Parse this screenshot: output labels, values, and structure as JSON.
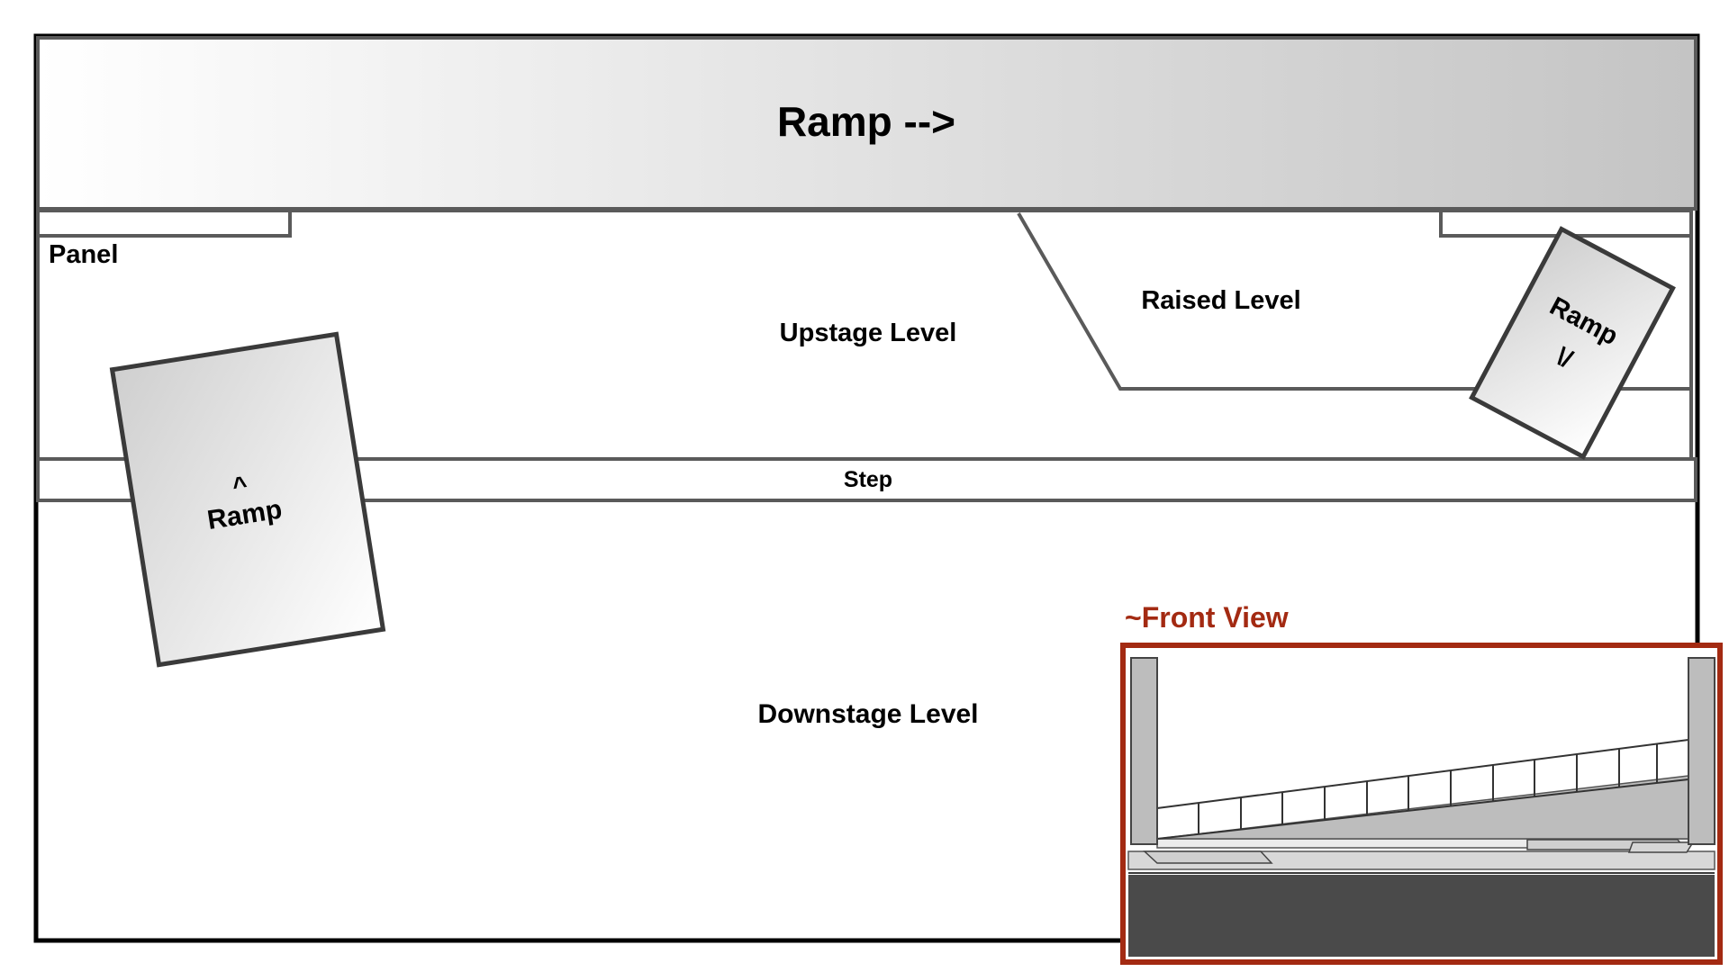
{
  "labels": {
    "top_ramp": "Ramp -->",
    "panel": "Panel",
    "upstage": "Upstage Level",
    "raised": "Raised Level",
    "right_ramp": "Ramp",
    "right_ramp_arrow": "\\/",
    "left_ramp_arrow": "^",
    "left_ramp": "Ramp",
    "step": "Step",
    "downstage": "Downstage Level"
  },
  "inset": {
    "title": "~Front View"
  },
  "colors": {
    "outline": "#000000",
    "line": "#5a5a5a",
    "ramp_fill_light": "#ffffff",
    "ramp_fill_dark": "#c4c4c4",
    "inset_border": "#a32a12",
    "inset_title": "#a32a12",
    "inset_floor": "#4a4a4a"
  }
}
